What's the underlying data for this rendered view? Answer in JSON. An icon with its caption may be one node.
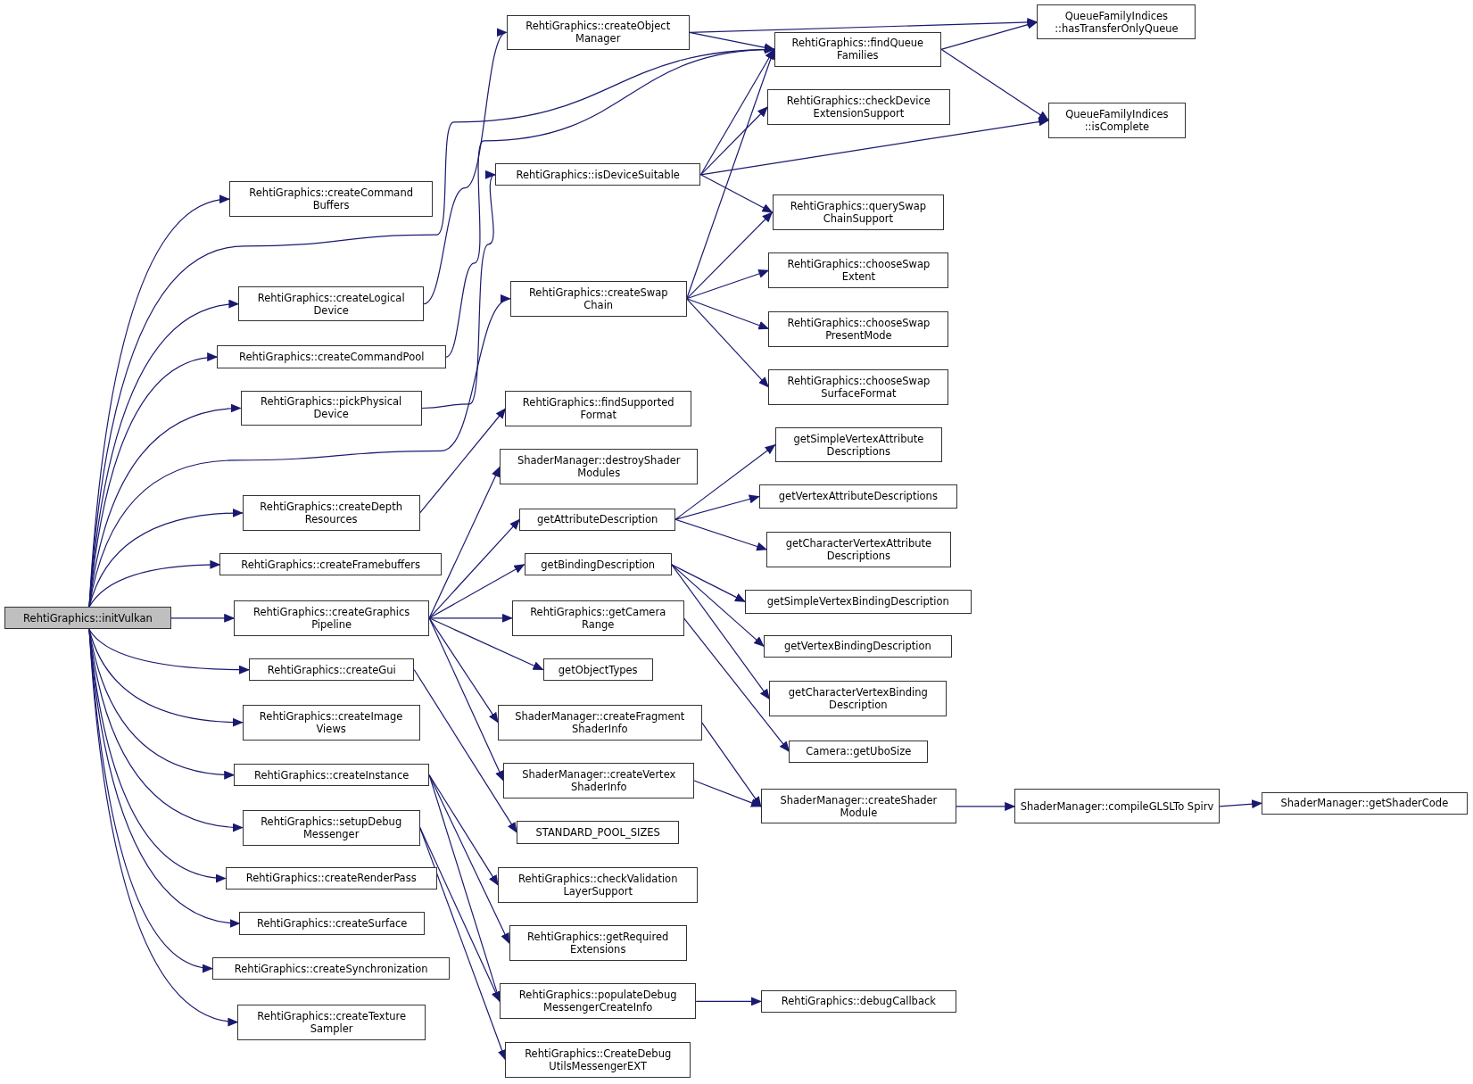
{
  "diagram": {
    "nodes": [
      {
        "text": [
          "RehtiGraphics::initVulkan"
        ]
      },
      {
        "text": [
          "RehtiGraphics::createCommand Buffers"
        ]
      },
      {
        "text": [
          "RehtiGraphics::createLogical Device"
        ]
      },
      {
        "text": [
          "RehtiGraphics::createCommandPool"
        ]
      },
      {
        "text": [
          "RehtiGraphics::pickPhysical Device"
        ]
      },
      {
        "text": [
          "RehtiGraphics::createDepth Resources"
        ]
      },
      {
        "text": [
          "RehtiGraphics::createFramebuffers"
        ]
      },
      {
        "text": [
          "RehtiGraphics::createGraphics Pipeline"
        ]
      },
      {
        "text": [
          "RehtiGraphics::createGui"
        ]
      },
      {
        "text": [
          "RehtiGraphics::createImage Views"
        ]
      },
      {
        "text": [
          "RehtiGraphics::createInstance"
        ]
      },
      {
        "text": [
          "RehtiGraphics::setupDebug Messenger"
        ]
      },
      {
        "text": [
          "RehtiGraphics::createRenderPass"
        ]
      },
      {
        "text": [
          "RehtiGraphics::createSurface"
        ]
      },
      {
        "text": [
          "RehtiGraphics::createSynchronization"
        ]
      },
      {
        "text": [
          "RehtiGraphics::createTexture Sampler"
        ]
      },
      {
        "text": [
          "RehtiGraphics::createObject Manager"
        ]
      },
      {
        "text": [
          "RehtiGraphics::findQueue Families"
        ]
      },
      {
        "text": [
          "RehtiGraphics::isDeviceSuitable"
        ]
      },
      {
        "text": [
          "RehtiGraphics::createSwap Chain"
        ]
      },
      {
        "text": [
          "RehtiGraphics::findSupported Format"
        ]
      },
      {
        "text": [
          "ShaderManager::destroyShader Modules"
        ]
      },
      {
        "text": [
          "getAttributeDescription"
        ]
      },
      {
        "text": [
          "getBindingDescription"
        ]
      },
      {
        "text": [
          "RehtiGraphics::getCamera Range"
        ]
      },
      {
        "text": [
          "getObjectTypes"
        ]
      },
      {
        "text": [
          "ShaderManager::createFragment ShaderInfo"
        ]
      },
      {
        "text": [
          "ShaderManager::createVertex ShaderInfo"
        ]
      },
      {
        "text": [
          "STANDARD_POOL_SIZES"
        ]
      },
      {
        "text": [
          "RehtiGraphics::checkValidation LayerSupport"
        ]
      },
      {
        "text": [
          "RehtiGraphics::getRequired Extensions"
        ]
      },
      {
        "text": [
          "RehtiGraphics::populateDebug MessengerCreateInfo"
        ]
      },
      {
        "text": [
          "RehtiGraphics::CreateDebug UtilsMessengerEXT"
        ]
      },
      {
        "text": [
          "QueueFamilyIndices ::hasTransferOnlyQueue"
        ]
      },
      {
        "text": [
          "RehtiGraphics::checkDevice ExtensionSupport"
        ]
      },
      {
        "text": [
          "QueueFamilyIndices ::isComplete"
        ]
      },
      {
        "text": [
          "RehtiGraphics::querySwap ChainSupport"
        ]
      },
      {
        "text": [
          "RehtiGraphics::chooseSwap Extent"
        ]
      },
      {
        "text": [
          "RehtiGraphics::chooseSwap PresentMode"
        ]
      },
      {
        "text": [
          "RehtiGraphics::chooseSwap SurfaceFormat"
        ]
      },
      {
        "text": [
          "getSimpleVertexAttribute Descriptions"
        ]
      },
      {
        "text": [
          "getVertexAttributeDescriptions"
        ]
      },
      {
        "text": [
          "getCharacterVertexAttribute Descriptions"
        ]
      },
      {
        "text": [
          "getSimpleVertexBindingDescription"
        ]
      },
      {
        "text": [
          "getVertexBindingDescription"
        ]
      },
      {
        "text": [
          "getCharacterVertexBinding Description"
        ]
      },
      {
        "text": [
          "Camera::getUboSize"
        ]
      },
      {
        "text": [
          "ShaderManager::createShader Module"
        ]
      },
      {
        "text": [
          "ShaderManager::compileGLSLTo Spirv"
        ]
      },
      {
        "text": [
          "ShaderManager::getShaderCode"
        ]
      },
      {
        "text": [
          "RehtiGraphics::debugCallback"
        ]
      }
    ],
    "edges": [
      {
        "from": 0,
        "to": 1,
        "arrow": "to"
      },
      {
        "from": 0,
        "to": 2,
        "arrow": "to"
      },
      {
        "from": 0,
        "to": 3,
        "arrow": "to"
      },
      {
        "from": 0,
        "to": 4,
        "arrow": "to"
      },
      {
        "from": 0,
        "to": 5,
        "arrow": "to"
      },
      {
        "from": 0,
        "to": 6,
        "arrow": "to"
      },
      {
        "from": 0,
        "to": 7,
        "arrow": "to"
      },
      {
        "from": 0,
        "to": 8,
        "arrow": "to"
      },
      {
        "from": 0,
        "to": 9,
        "arrow": "to"
      },
      {
        "from": 0,
        "to": 10,
        "arrow": "to"
      },
      {
        "from": 0,
        "to": 11,
        "arrow": "to"
      },
      {
        "from": 0,
        "to": 12,
        "arrow": "to"
      },
      {
        "from": 0,
        "to": 13,
        "arrow": "to"
      },
      {
        "from": 0,
        "to": 14,
        "arrow": "to"
      },
      {
        "from": 0,
        "to": 15,
        "arrow": "to"
      },
      {
        "from": 0,
        "to": 17,
        "arrow": "to"
      },
      {
        "from": 0,
        "to": 19,
        "arrow": "to"
      },
      {
        "from": 2,
        "to": 16,
        "arrow": "to"
      },
      {
        "from": 3,
        "to": 17,
        "arrow": "to"
      },
      {
        "from": 4,
        "to": 18,
        "arrow": "to"
      },
      {
        "from": 5,
        "to": 20,
        "arrow": "to"
      },
      {
        "from": 7,
        "to": 21,
        "arrow": "to"
      },
      {
        "from": 7,
        "to": 22,
        "arrow": "to"
      },
      {
        "from": 7,
        "to": 23,
        "arrow": "to"
      },
      {
        "from": 7,
        "to": 24,
        "arrow": "to"
      },
      {
        "from": 7,
        "to": 25,
        "arrow": "to"
      },
      {
        "from": 7,
        "to": 26,
        "arrow": "to"
      },
      {
        "from": 7,
        "to": 27,
        "arrow": "to"
      },
      {
        "from": 8,
        "to": 28,
        "arrow": "to"
      },
      {
        "from": 10,
        "to": 29,
        "arrow": "to"
      },
      {
        "from": 10,
        "to": 30,
        "arrow": "to"
      },
      {
        "from": 10,
        "to": 31,
        "arrow": "to"
      },
      {
        "from": 11,
        "to": 31,
        "arrow": "to"
      },
      {
        "from": 11,
        "to": 32,
        "arrow": "to"
      },
      {
        "from": 16,
        "to": 33,
        "arrow": "to"
      },
      {
        "from": 16,
        "to": 17,
        "arrow": "to"
      },
      {
        "from": 17,
        "to": 33,
        "arrow": "to"
      },
      {
        "from": 17,
        "to": 35,
        "arrow": "to"
      },
      {
        "from": 18,
        "to": 17,
        "arrow": "to"
      },
      {
        "from": 18,
        "to": 34,
        "arrow": "to"
      },
      {
        "from": 18,
        "to": 35,
        "arrow": "to"
      },
      {
        "from": 18,
        "to": 36,
        "arrow": "to"
      },
      {
        "from": 19,
        "to": 17,
        "arrow": "to"
      },
      {
        "from": 19,
        "to": 36,
        "arrow": "to"
      },
      {
        "from": 19,
        "to": 37,
        "arrow": "to"
      },
      {
        "from": 19,
        "to": 38,
        "arrow": "to"
      },
      {
        "from": 19,
        "to": 39,
        "arrow": "to"
      },
      {
        "from": 22,
        "to": 40,
        "arrow": "to"
      },
      {
        "from": 22,
        "to": 41,
        "arrow": "to"
      },
      {
        "from": 22,
        "to": 42,
        "arrow": "to"
      },
      {
        "from": 23,
        "to": 43,
        "arrow": "to"
      },
      {
        "from": 23,
        "to": 44,
        "arrow": "to"
      },
      {
        "from": 23,
        "to": 45,
        "arrow": "to"
      },
      {
        "from": 24,
        "to": 46,
        "arrow": "to"
      },
      {
        "from": 26,
        "to": 47,
        "arrow": "to"
      },
      {
        "from": 27,
        "to": 47,
        "arrow": "to"
      },
      {
        "from": 47,
        "to": 48,
        "arrow": "to"
      },
      {
        "from": 48,
        "to": 49,
        "arrow": "to"
      },
      {
        "from": 31,
        "to": 50,
        "arrow": "to"
      }
    ]
  }
}
